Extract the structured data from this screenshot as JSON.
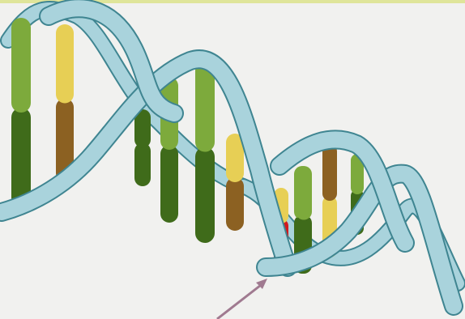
{
  "colors": {
    "background": "#f1f1ef",
    "top_border": "#dfe59a",
    "ribbon_fill": "#a9d3dc",
    "ribbon_edge": "#3f8591",
    "ribbon_shadow": "#4c8f9a",
    "green_light": "#7daa3c",
    "green_dark": "#3f6b1a",
    "yellow": "#e7cf55",
    "brown": "#8c6122",
    "red": "#d2191e",
    "arrow": "#a07a90"
  },
  "rungs": [
    {
      "top": "green_light",
      "bottom": "green_dark"
    },
    {
      "top": "yellow",
      "bottom": "brown"
    },
    {
      "top": "green_dark",
      "bottom": "green_dark"
    },
    {
      "top": "green_light",
      "bottom": "green_dark"
    },
    {
      "top": "green_light",
      "bottom": "green_dark"
    },
    {
      "top": "yellow",
      "bottom": "brown"
    },
    {
      "top": "green_light",
      "bottom": "green_dark"
    },
    {
      "top": "yellow",
      "bottom": "red"
    },
    {
      "top": "green_light",
      "bottom": "green_dark"
    },
    {
      "top": "brown",
      "bottom": "yellow"
    },
    {
      "top": "green_light",
      "bottom": "green_dark"
    }
  ],
  "highlighted_base": "red",
  "pointer_arrow": {
    "visible": true
  }
}
